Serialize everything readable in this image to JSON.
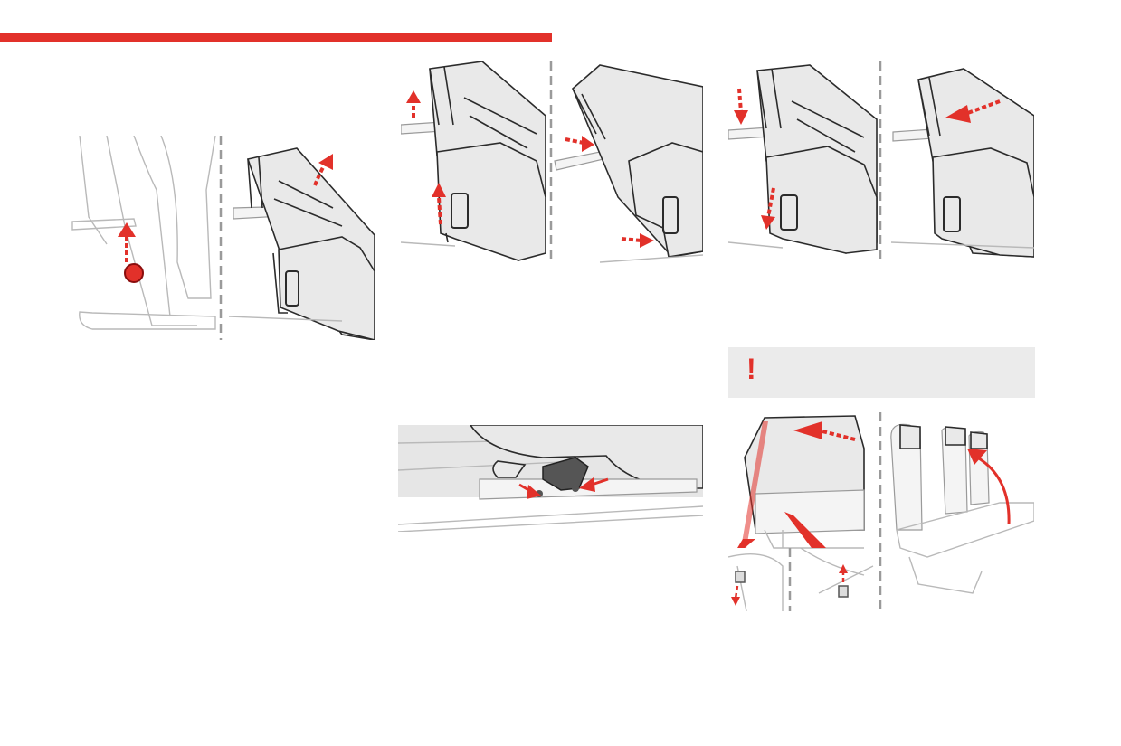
{
  "accent_color": "#e2312a",
  "warning": {
    "mark": "!",
    "icon": "exclamation-icon"
  },
  "illustrations": [
    {
      "id": "release-lever",
      "icon": "seat-lever-illustration"
    },
    {
      "id": "fold-backrest",
      "icon": "seat-fold-illustration"
    },
    {
      "id": "tilt-seat",
      "icon": "seat-tilt-illustration"
    },
    {
      "id": "unlock-seat",
      "icon": "seat-unlock-illustration"
    },
    {
      "id": "lower-seat",
      "icon": "seat-lower-illustration"
    },
    {
      "id": "slide-seat",
      "icon": "seat-slide-illustration"
    },
    {
      "id": "floor-anchor",
      "icon": "floor-anchor-illustration"
    },
    {
      "id": "bench-refit",
      "icon": "bench-refit-illustration"
    }
  ]
}
